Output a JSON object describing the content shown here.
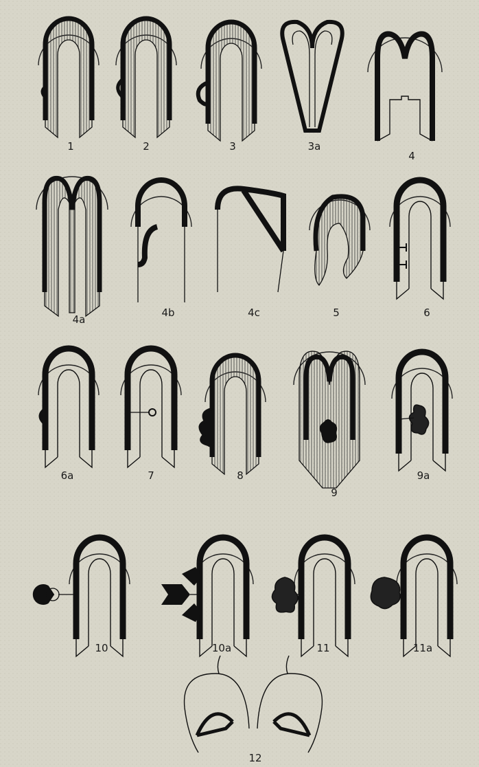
{
  "figures": [
    {
      "id": "1",
      "label": "1"
    },
    {
      "id": "2",
      "label": "2"
    },
    {
      "id": "3",
      "label": "3"
    },
    {
      "id": "3a",
      "label": "3a"
    },
    {
      "id": "4",
      "label": "4"
    },
    {
      "id": "4a",
      "label": "4a"
    },
    {
      "id": "4b",
      "label": "4b"
    },
    {
      "id": "4c",
      "label": "4c"
    },
    {
      "id": "5",
      "label": "5"
    },
    {
      "id": "6",
      "label": "6"
    },
    {
      "id": "6a",
      "label": "6a"
    },
    {
      "id": "7",
      "label": "7"
    },
    {
      "id": "8",
      "label": "8"
    },
    {
      "id": "9",
      "label": "9"
    },
    {
      "id": "9a",
      "label": "9a"
    },
    {
      "id": "10",
      "label": "10"
    },
    {
      "id": "10a",
      "label": "10a"
    },
    {
      "id": "11",
      "label": "11"
    },
    {
      "id": "11a",
      "label": "11a"
    },
    {
      "id": "12",
      "label": "12"
    }
  ]
}
